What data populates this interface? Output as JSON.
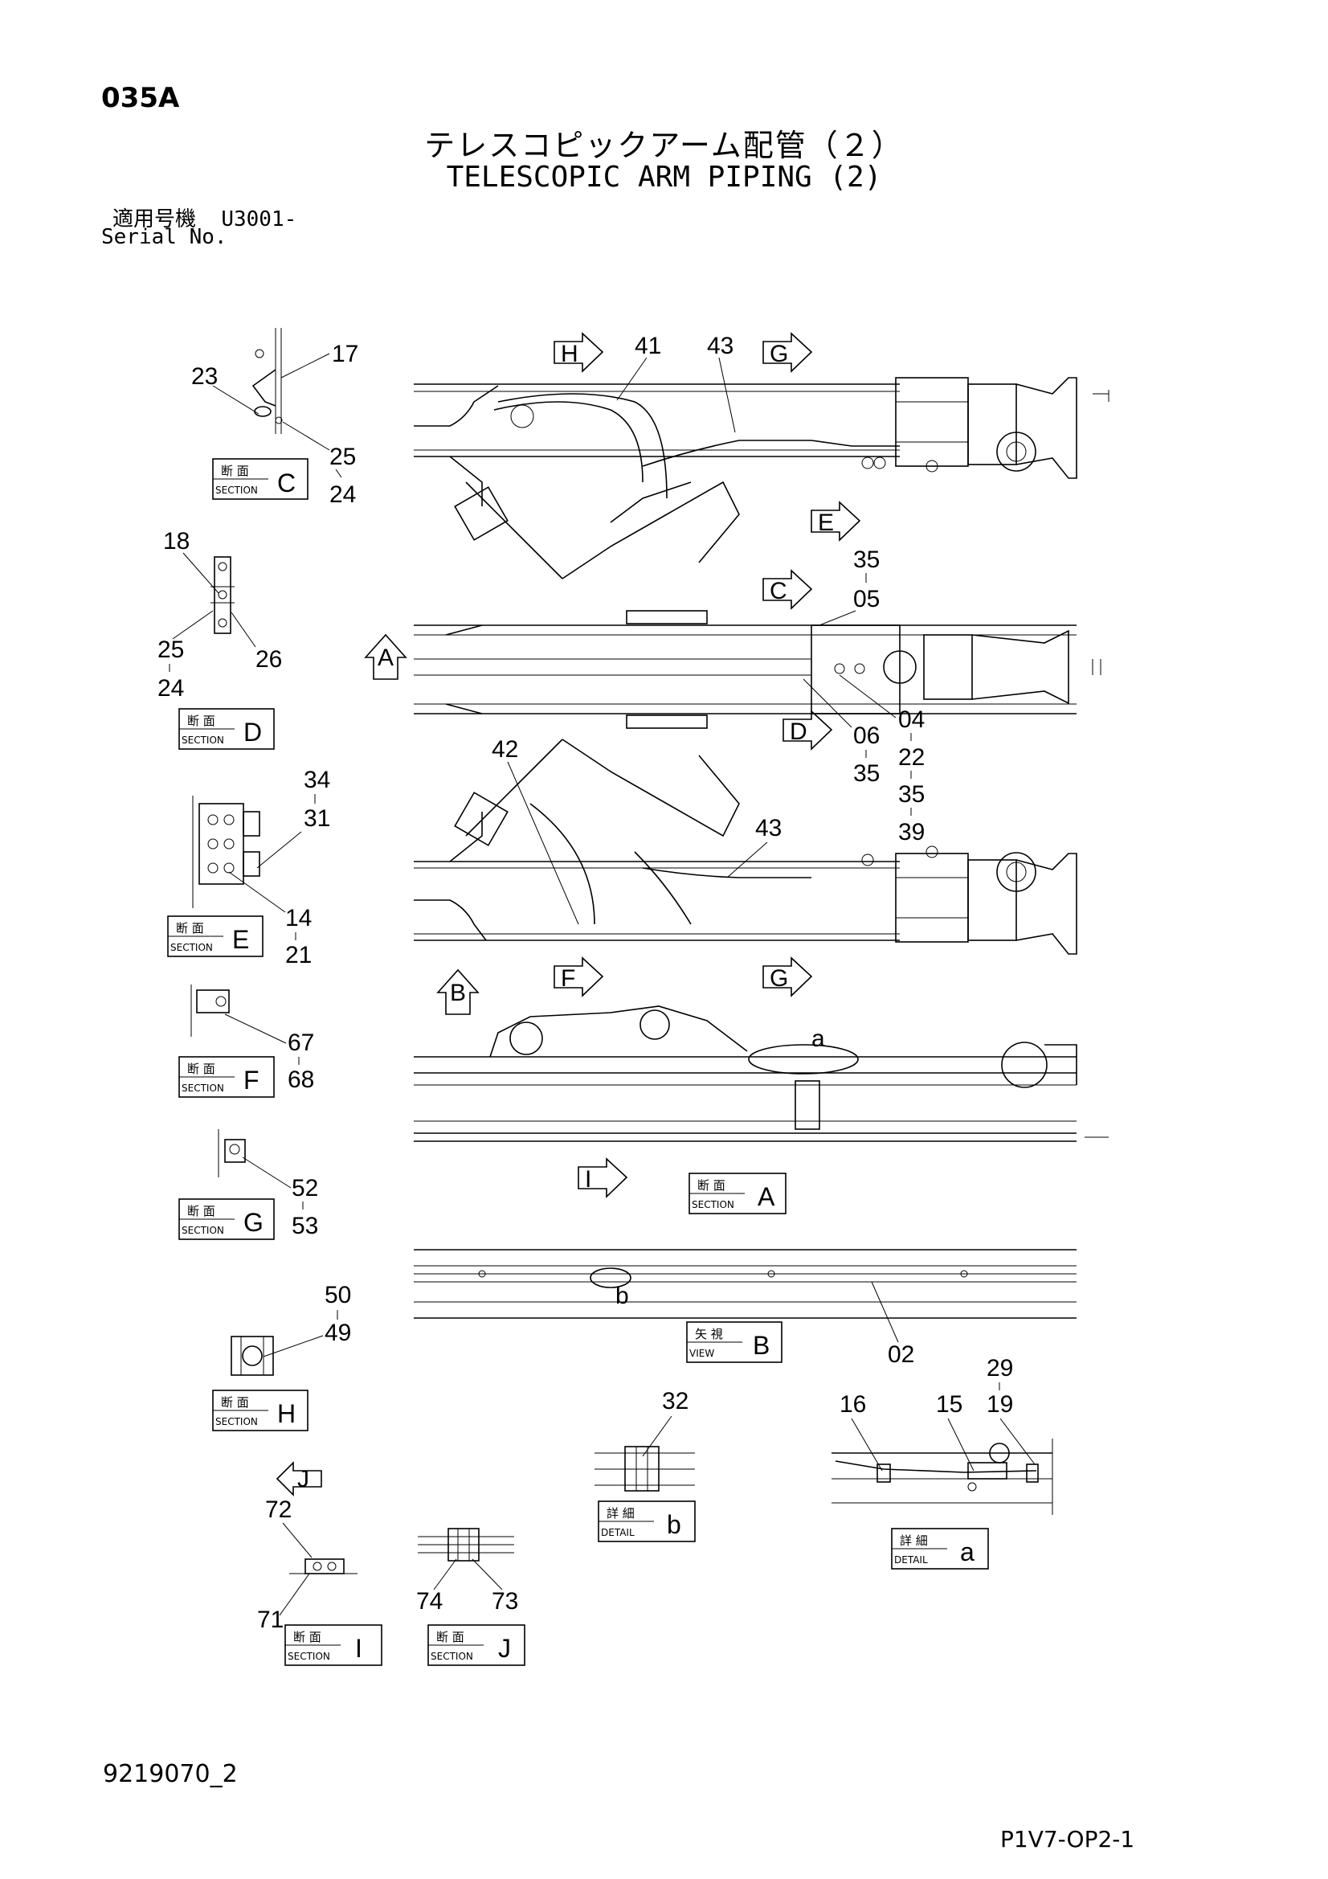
{
  "header": {
    "page_code": "035A",
    "title_jp": "テレスコピックアーム配管（２）",
    "title_en": "TELESCOPIC ARM PIPING (2)",
    "serial_label_jp": "適用号機",
    "serial_label_en": "Serial No.",
    "serial_value": "U3001-"
  },
  "footer": {
    "doc_number": "9219070_2",
    "sheet_code": "P1V7-OP2-1"
  },
  "section_tags": {
    "C": {
      "top": "断 面",
      "bottom": "SECTION",
      "letter": "C"
    },
    "D": {
      "top": "断 面",
      "bottom": "SECTION",
      "letter": "D"
    },
    "E": {
      "top": "断 面",
      "bottom": "SECTION",
      "letter": "E"
    },
    "F": {
      "top": "断 面",
      "bottom": "SECTION",
      "letter": "F"
    },
    "G": {
      "top": "断 面",
      "bottom": "SECTION",
      "letter": "G"
    },
    "H": {
      "top": "断 面",
      "bottom": "SECTION",
      "letter": "H"
    },
    "A": {
      "top": "断 面",
      "bottom": "SECTION",
      "letter": "A"
    },
    "B": {
      "top": "矢 視",
      "bottom": "VIEW",
      "letter": "B"
    },
    "I": {
      "top": "断 面",
      "bottom": "SECTION",
      "letter": "I"
    },
    "J": {
      "top": "断 面",
      "bottom": "SECTION",
      "letter": "J"
    },
    "b": {
      "top": "詳 細",
      "bottom": "DETAIL",
      "letter": "b"
    },
    "a": {
      "top": "詳 細",
      "bottom": "DETAIL",
      "letter": "a"
    }
  },
  "arrows": {
    "H1": "H",
    "G1": "G",
    "E1": "E",
    "C1": "C",
    "A1": "A",
    "D1": "D",
    "B1": "B",
    "F1": "F",
    "G2": "G",
    "I1": "I",
    "J1": "J"
  },
  "callouts": {
    "c17": "17",
    "c23": "23",
    "c25a": "25",
    "c24a": "24",
    "c18": "18",
    "c25b": "25",
    "c24b": "24",
    "c26": "26",
    "c34": "34",
    "c31": "31",
    "c14": "14",
    "c21": "21",
    "c67": "67",
    "c68": "68",
    "c52": "52",
    "c53": "53",
    "c50": "50",
    "c49": "49",
    "c72": "72",
    "c71": "71",
    "c74": "74",
    "c73": "73",
    "c41": "41",
    "c43a": "43",
    "c35a": "35",
    "c05": "05",
    "c06": "06",
    "c35b": "35",
    "c04": "04",
    "c22": "22",
    "c35c": "35",
    "c39": "39",
    "c42": "42",
    "c43b": "43",
    "ca": "a",
    "cb": "b",
    "c02": "02",
    "c32": "32",
    "c16": "16",
    "c15": "15",
    "c29": "29",
    "c19": "19"
  }
}
